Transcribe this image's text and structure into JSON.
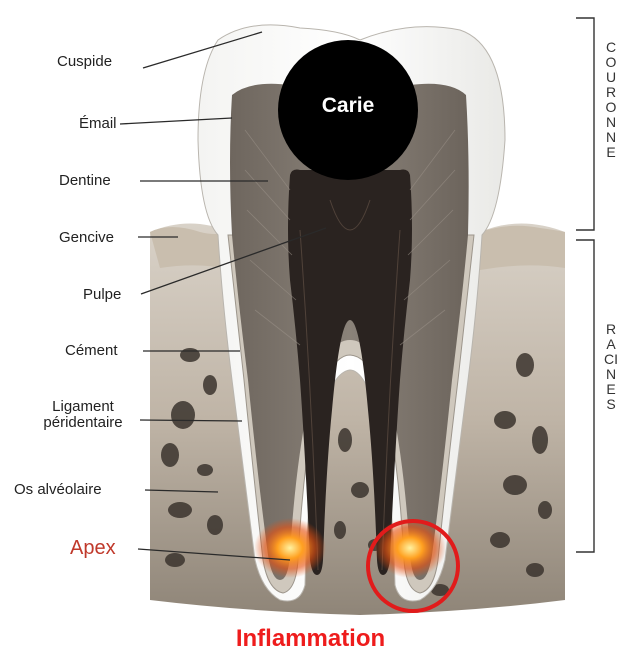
{
  "labels": {
    "cuspide": "Cuspide",
    "email": "Émail",
    "dentine": "Dentine",
    "gencive": "Gencive",
    "pulpe": "Pulpe",
    "cement": "Cément",
    "ligament_line1": "Ligament",
    "ligament_line2": "péridentaire",
    "os": "Os alvéolaire",
    "apex": "Apex"
  },
  "brackets": {
    "couronne": "COURONNE",
    "racines": "RACINES"
  },
  "annotations": {
    "carie": "Carie",
    "inflammation": "Inflammation"
  },
  "colors": {
    "apex_label": "#c0392b",
    "inflammation_label": "#ee1c1c",
    "inflammation_circle": "#e11b1b",
    "caries": "#000000"
  }
}
